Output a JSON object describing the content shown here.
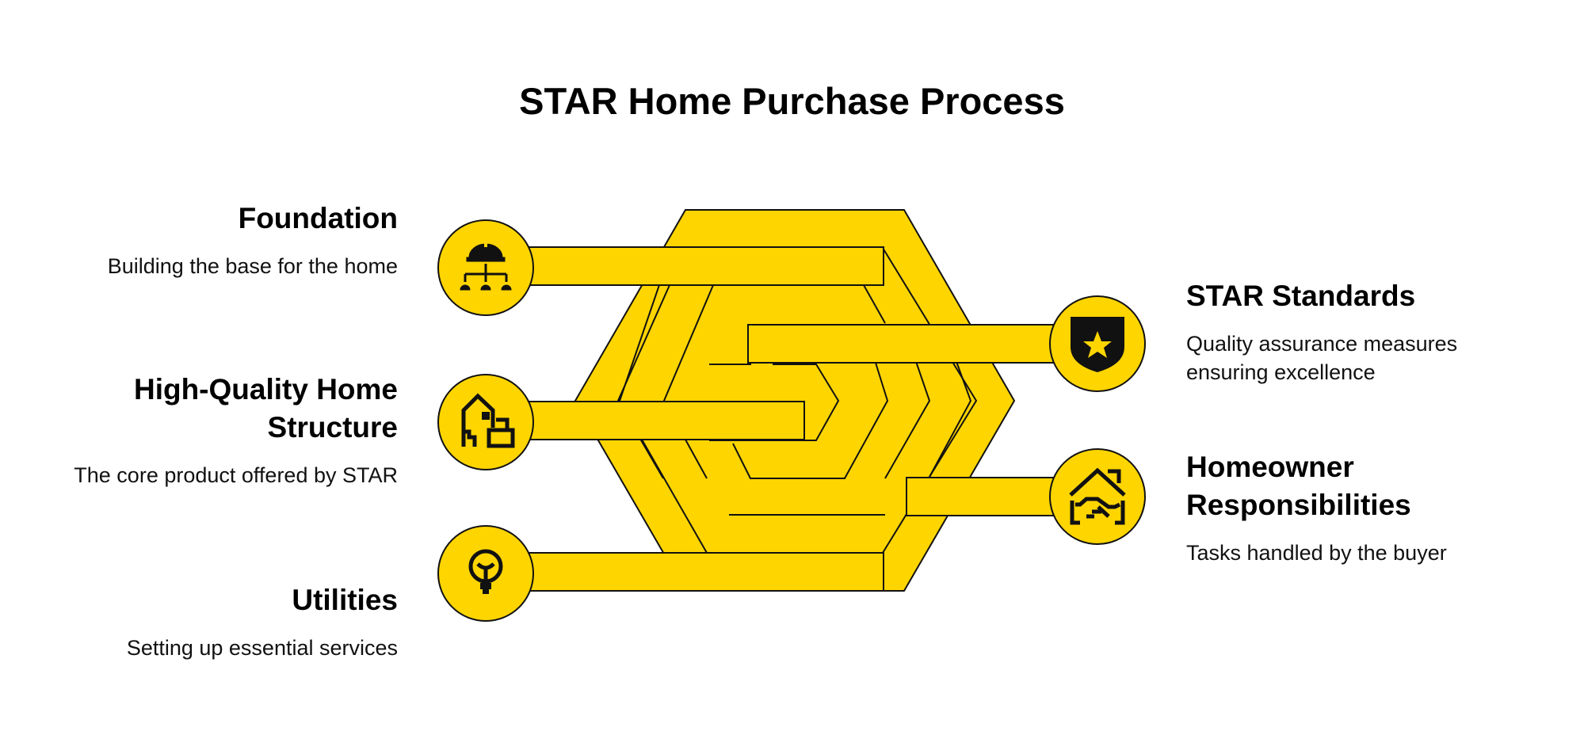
{
  "title": "STAR Home Purchase Process",
  "colors": {
    "accent": "#FFD500",
    "stroke": "#111111",
    "text": "#000000"
  },
  "steps": [
    {
      "title": "Foundation",
      "description": "Building the base for the home",
      "icon": "hardhat-org-icon",
      "side": "left"
    },
    {
      "title": "High-Quality Home Structure",
      "description": "The core product offered by STAR",
      "icon": "house-building-icon",
      "side": "left"
    },
    {
      "title": "Utilities",
      "description": "Setting up essential services",
      "icon": "lightbulb-icon",
      "side": "left"
    },
    {
      "title": "STAR Standards",
      "description": "Quality assurance measures ensuring excellence",
      "icon": "shield-star-icon",
      "side": "right"
    },
    {
      "title": "Homeowner Responsibilities",
      "description": "Tasks handled by the buyer",
      "icon": "house-handshake-icon",
      "side": "right"
    }
  ]
}
